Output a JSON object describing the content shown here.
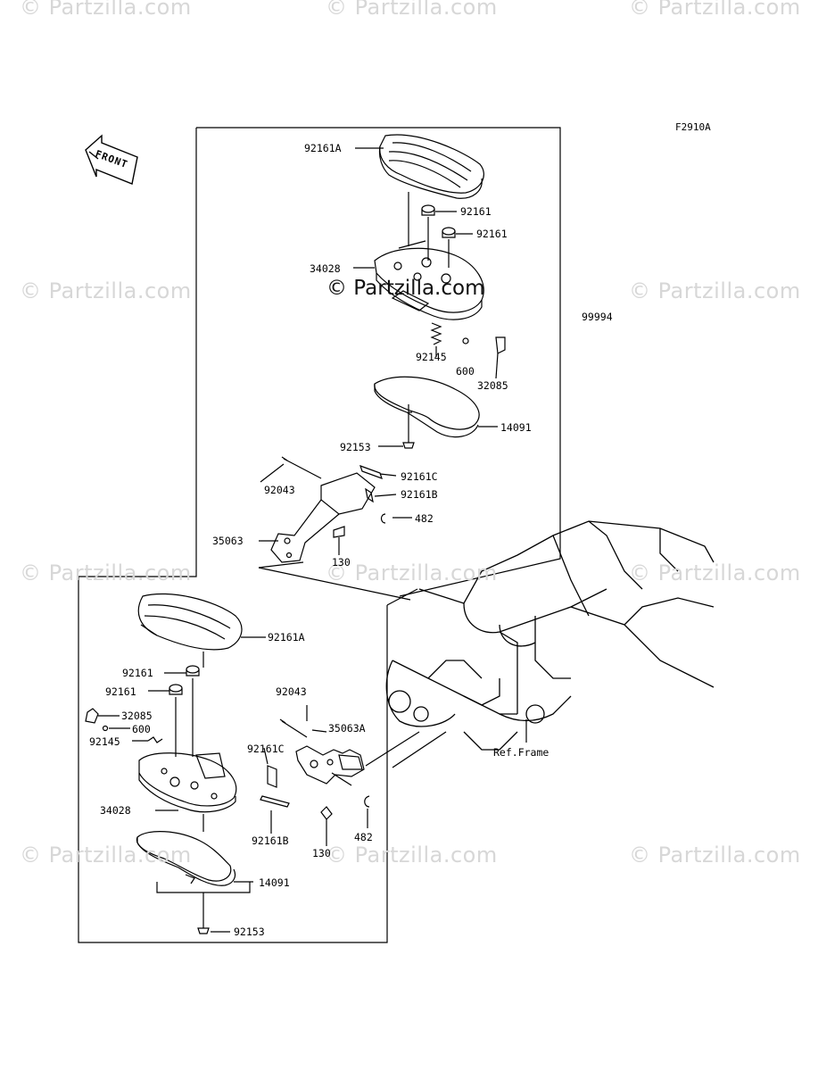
{
  "diagram_code": "F2910A",
  "front_indicator": "FRONT",
  "frame_reference": "Ref.Frame",
  "watermarks": {
    "site": "© Partzilla.com",
    "center": "© Partzilla.com"
  },
  "upper_assembly": {
    "assembly_number": "99994",
    "parts": {
      "floorboard_pad": "92161A",
      "damper_a": "92161",
      "damper_b": "92161",
      "bracket_plate": "34028",
      "spring": "92145",
      "ball": "600",
      "holder": "32085",
      "cover": "14091",
      "screw": "92153",
      "pin": "92043",
      "collar_c": "92161C",
      "collar_b": "92161B",
      "snap_ring": "482",
      "holder_arm": "35063",
      "bolt": "130"
    }
  },
  "lower_assembly": {
    "parts": {
      "floorboard_pad": "92161A",
      "damper_a": "92161",
      "damper_b": "92161",
      "holder": "32085",
      "ball": "600",
      "spring": "92145",
      "pin": "92043",
      "holder_arm": "35063A",
      "collar_c": "92161C",
      "bracket_plate": "34028",
      "collar_b": "92161B",
      "bolt": "130",
      "snap_ring": "482",
      "cover": "14091",
      "screw": "92153"
    }
  }
}
